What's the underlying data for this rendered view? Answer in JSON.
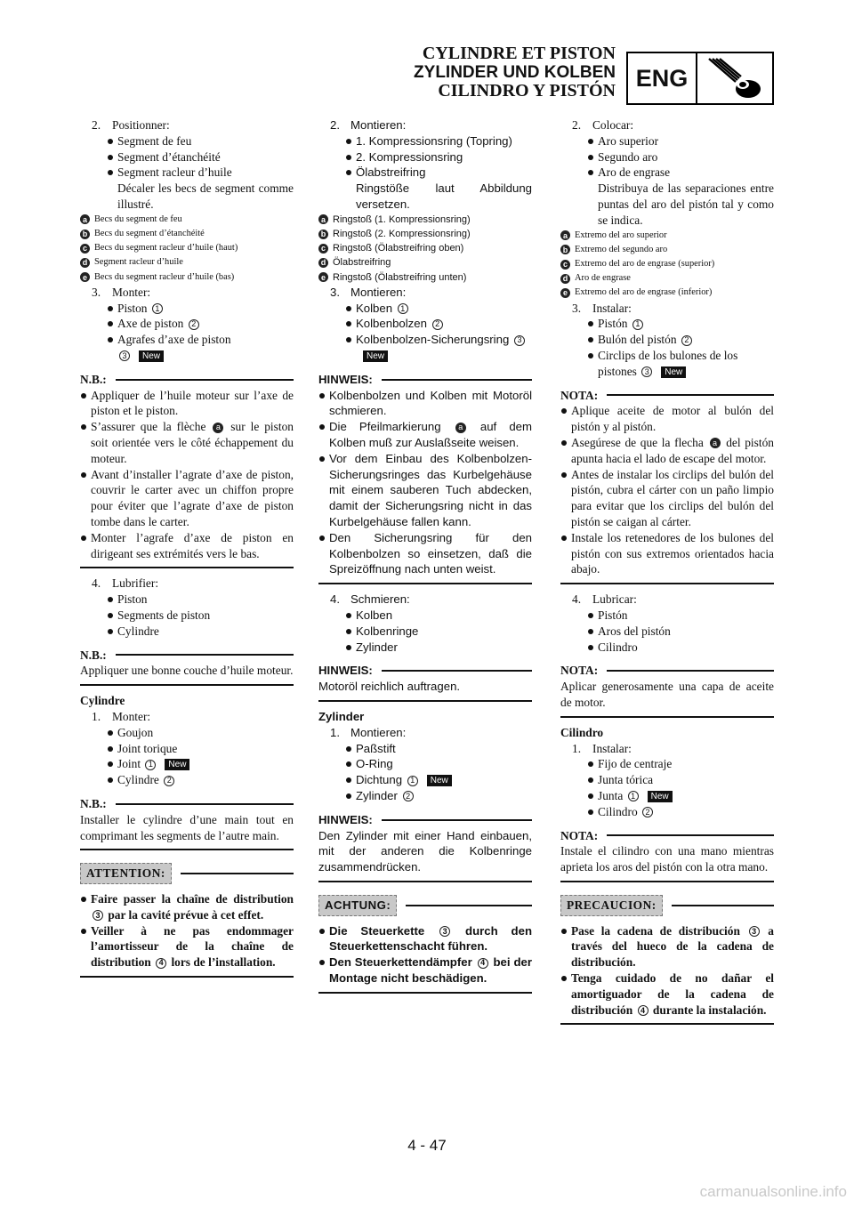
{
  "header": {
    "title_fr": "CYLINDRE ET PISTON",
    "title_de": "ZYLINDER UND KOLBEN",
    "title_es": "CILINDRO Y PISTÓN",
    "section": "ENG"
  },
  "badge": "New",
  "fr": {
    "s2_num": "2.",
    "s2_title": "Positionner:",
    "s2_b1": "Segment de feu",
    "s2_b2": "Segment d’étanchéité",
    "s2_b3": "Segment racleur d’huile",
    "s2_cont": "Décaler les becs de segment comme illustré.",
    "leg_a": "Becs du segment de feu",
    "leg_b": "Becs du segment d’étanchéité",
    "leg_c": "Becs du segment racleur d’huile (haut)",
    "leg_d": "Segment racleur d’huile",
    "leg_e": "Becs du segment racleur d’huile (bas)",
    "s3_num": "3.",
    "s3_title": "Monter:",
    "s3_b1": "Piston",
    "s3_b2": "Axe de piston",
    "s3_b3": "Agrafes d’axe de piston",
    "nb": "N.B.:",
    "n1": "Appliquer de l’huile moteur sur l’axe de piston et le piston.",
    "n2a": "S’assurer que la flèche",
    "n2b": "sur le piston soit orientée vers le côté échappement du moteur.",
    "n3": "Avant d’installer l’agrate d’axe de piston, couvrir le carter avec un chiffon propre pour éviter que l’agrate d’axe de piston tombe dans le carter.",
    "n4": "Monter l’agrafe d’axe de piston en dirigeant ses extrémités vers le bas.",
    "s4_num": "4.",
    "s4_title": "Lubrifier:",
    "s4_b1": "Piston",
    "s4_b2": "Segments de piston",
    "s4_b3": "Cylindre",
    "nb2": "Appliquer une bonne couche d’huile moteur.",
    "cyl": "Cylindre",
    "c1_num": "1.",
    "c1_title": "Monter:",
    "c1_b1": "Goujon",
    "c1_b2": "Joint torique",
    "c1_b3": "Joint",
    "c1_b4": "Cylindre",
    "nb3": "Installer le cylindre d’une main tout en comprimant les segments de l’autre main.",
    "warn": "ATTENTION:",
    "w1a": "Faire passer la chaîne de distribution",
    "w1b": "par la cavité prévue à cet effet.",
    "w2a": "Veiller à ne pas endommager l’amortisseur de la chaîne de distribution",
    "w2b": "lors de l’installation."
  },
  "de": {
    "s2_num": "2.",
    "s2_title": "Montieren:",
    "s2_b1": "1. Kompressionsring (Topring)",
    "s2_b2": "2. Kompressionsring",
    "s2_b3": "Ölabstreifring",
    "s2_cont": "Ringstöße laut Abbildung versetzen.",
    "leg_a": "Ringstoß (1. Kompressionsring)",
    "leg_b": "Ringstoß (2. Kompressionsring)",
    "leg_c": "Ringstoß (Ölabstreifring oben)",
    "leg_d": "Ölabstreifring",
    "leg_e": "Ringstoß (Ölabstreifring unten)",
    "s3_num": "3.",
    "s3_title": "Montieren:",
    "s3_b1": "Kolben",
    "s3_b2": "Kolbenbolzen",
    "s3_b3": "Kolbenbolzen-Sicherungsring",
    "nb": "HINWEIS:",
    "n1": "Kolbenbolzen und Kolben mit Motoröl schmieren.",
    "n2a": "Die Pfeilmarkierung",
    "n2b": "auf dem Kolben muß zur Auslaßseite weisen.",
    "n3": "Vor dem Einbau des Kolbenbolzen-Sicherungsringes das Kurbelgehäuse mit einem sauberen Tuch abdecken, damit der Sicherungsring nicht in das Kurbelgehäuse fallen kann.",
    "n4": "Den Sicherungsring für den Kolbenbolzen so einsetzen, daß die Spreizöffnung nach unten weist.",
    "s4_num": "4.",
    "s4_title": "Schmieren:",
    "s4_b1": "Kolben",
    "s4_b2": "Kolbenringe",
    "s4_b3": "Zylinder",
    "nb2": "Motoröl reichlich auftragen.",
    "cyl": "Zylinder",
    "c1_num": "1.",
    "c1_title": "Montieren:",
    "c1_b1": "Paßstift",
    "c1_b2": "O-Ring",
    "c1_b3": "Dichtung",
    "c1_b4": "Zylinder",
    "nb3": "Den Zylinder mit einer Hand einbauen, mit der anderen die Kolbenringe zusammendrücken.",
    "warn": "ACHTUNG:",
    "w1a": "Die Steuerkette",
    "w1b": "durch den Steuerkettenschacht führen.",
    "w2a": "Den Steuerkettendämpfer",
    "w2b": "bei der Montage nicht beschädigen."
  },
  "es": {
    "s2_num": "2.",
    "s2_title": "Colocar:",
    "s2_b1": "Aro superior",
    "s2_b2": "Segundo aro",
    "s2_b3": "Aro de engrase",
    "s2_cont": "Distribuya de las separaciones entre puntas del aro del pistón tal y como se indica.",
    "leg_a": "Extremo del aro superior",
    "leg_b": "Extremo del segundo aro",
    "leg_c": "Extremo del aro de engrase (superior)",
    "leg_d": "Aro de engrase",
    "leg_e": "Extremo del aro de engrase (inferior)",
    "s3_num": "3.",
    "s3_title": "Instalar:",
    "s3_b1": "Pistón",
    "s3_b2": "Bulón del pistón",
    "s3_b3": "Circlips de los bulones de los pistones",
    "nb": "NOTA:",
    "n1": "Aplique aceite de motor al bulón del pistón y al pistón.",
    "n2a": "Asegúrese de que la flecha",
    "n2b": "del pistón apunta hacia el lado de escape del motor.",
    "n3": "Antes de instalar los circlips del bulón del pistón, cubra el cárter con un paño limpio para evitar que los circlips del bulón del pistón se caigan al cárter.",
    "n4": "Instale los retenedores de los bulones del pistón con sus extremos orientados hacia abajo.",
    "s4_num": "4.",
    "s4_title": "Lubricar:",
    "s4_b1": "Pistón",
    "s4_b2": "Aros del pistón",
    "s4_b3": "Cilindro",
    "nb2": "Aplicar generosamente una capa de aceite de motor.",
    "cyl": "Cilindro",
    "c1_num": "1.",
    "c1_title": "Instalar:",
    "c1_b1": "Fijo de centraje",
    "c1_b2": "Junta tórica",
    "c1_b3": "Junta",
    "c1_b4": "Cilindro",
    "nb3": "Instale el cilindro con una mano mientras aprieta los aros del pistón con la otra mano.",
    "warn": "PRECAUCION:",
    "w1a": "Pase la cadena de distribución",
    "w1b": "a través del hueco de la cadena de distribución.",
    "w2a": "Tenga cuidado de no dañar el amortiguador de la cadena de distribución",
    "w2b": "durante la instalación."
  },
  "refs": {
    "r1": "1",
    "r2": "2",
    "r3": "3",
    "r4": "4",
    "a": "a",
    "b": "b",
    "c": "c",
    "d": "d",
    "e": "e"
  },
  "page_number": "4 - 47",
  "watermark": "carmanualsonline.info"
}
